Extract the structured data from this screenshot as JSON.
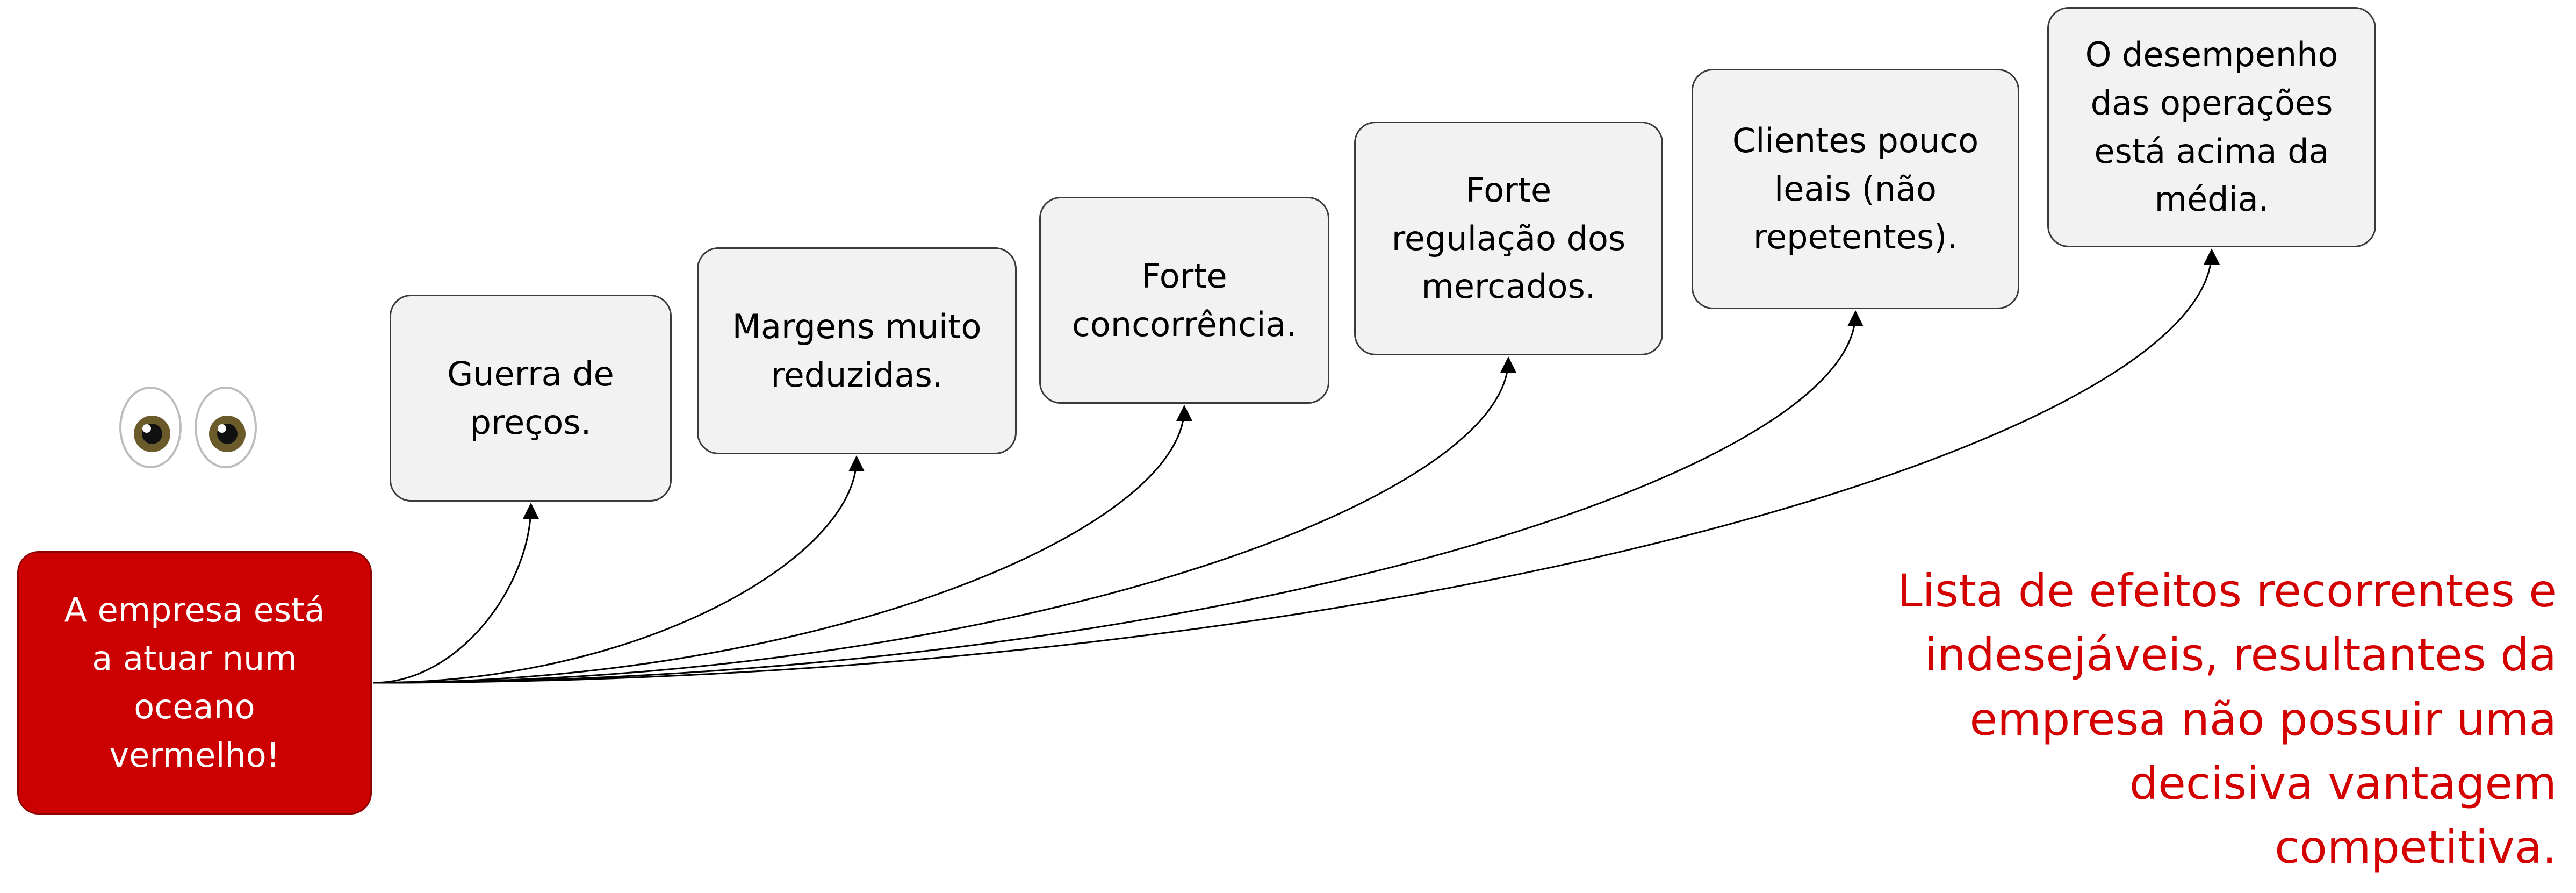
{
  "cause": {
    "text": "A empresa está\na atuar num\noceano\nvermelho!",
    "color": "#cc0000"
  },
  "effects": [
    {
      "text": "Guerra de\npreços."
    },
    {
      "text": "Margens muito\nreduzidas."
    },
    {
      "text": "Forte\nconcorrência."
    },
    {
      "text": "Forte\nregulação dos\nmercados."
    },
    {
      "text": "Clientes pouco\nleais (não\nrepetentes)."
    },
    {
      "text": "O desempenho\ndas operações\nestá acima da\nmédia."
    }
  ],
  "caption": {
    "text": "Lista de efeitos recorrentes e\nindesejáveis, resultantes da\nempresa não possuir uma\ndecisiva vantagem\ncompetitiva.",
    "color": "#d40000"
  },
  "icons": {
    "eyes": "eyes-icon"
  }
}
